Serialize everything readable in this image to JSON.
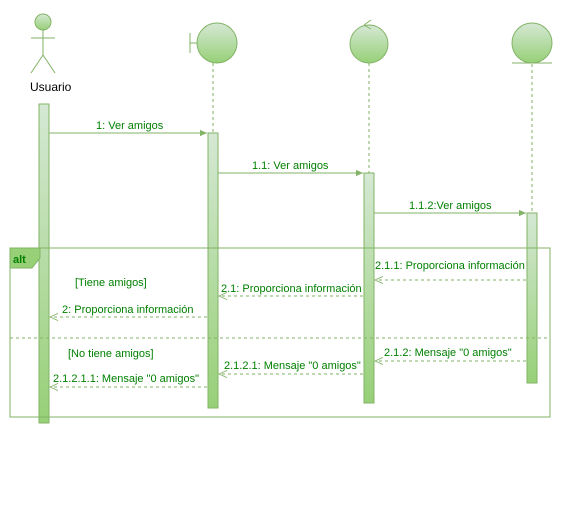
{
  "colors": {
    "accent": "#008000",
    "line": "#82b366",
    "fill_light": "#d5e8d4",
    "fill_dark": "#97d077",
    "text_dark": "#000000",
    "background": "#ffffff"
  },
  "participants": [
    {
      "type": "actor",
      "label": "Usuario",
      "icon": "actor-stick-figure-icon"
    },
    {
      "type": "boundary",
      "label": "",
      "icon": "boundary-icon"
    },
    {
      "type": "control",
      "label": "",
      "icon": "control-icon"
    },
    {
      "type": "entity",
      "label": "",
      "icon": "entity-icon"
    }
  ],
  "messages": {
    "m1": "1: Ver amigos",
    "m11": "1.1:  Ver amigos",
    "m112": "1.1.2:Ver amigos",
    "r211": "2.1.1: Proporciona información",
    "r21": "2.1: Proporciona información",
    "r2": "2: Proporciona información",
    "r212": "2.1.2: Mensaje \"0 amigos\"",
    "r2121": "2.1.2.1: Mensaje \"0 amigos\"",
    "r21211": "2.1.2.1.1: Mensaje \"0 amigos\""
  },
  "alt_frame": {
    "operator": "alt",
    "guard_1": "[Tiene amigos]",
    "guard_2": "[No tiene amigos]"
  }
}
